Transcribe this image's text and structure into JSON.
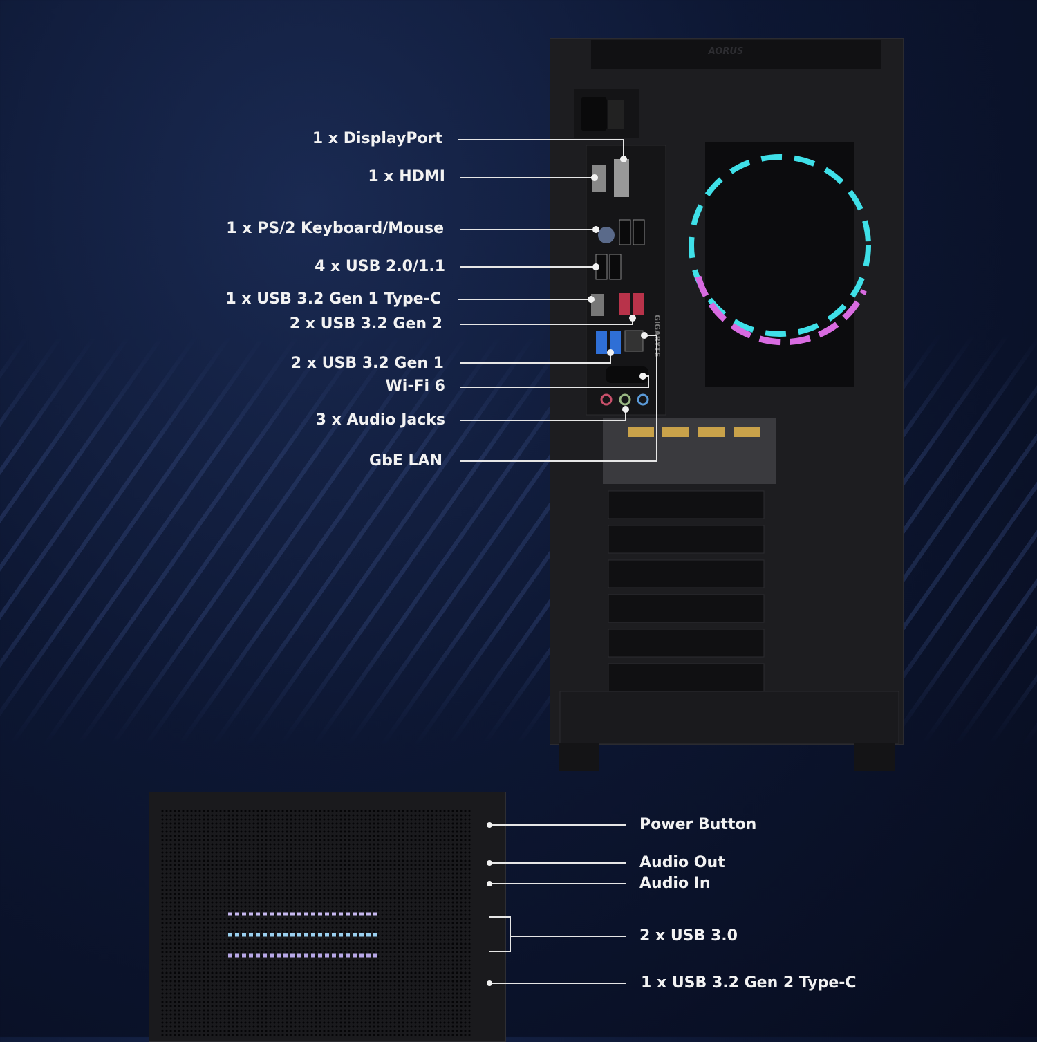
{
  "rear_io_labels": [
    "1 x DisplayPort",
    "1 x HDMI",
    "1 x PS/2 Keyboard/Mouse",
    "4 x USB 2.0/1.1",
    "1 x USB 3.2 Gen 1 Type-C",
    "2 x USB 3.2 Gen 2",
    "2 x USB 3.2 Gen 1",
    "Wi-Fi 6",
    "3 x Audio Jacks",
    "GbE LAN"
  ],
  "front_io_labels": [
    "Power Button",
    "Audio Out",
    "Audio In",
    "2 x USB 3.0",
    "1 x USB 3.2 Gen 2 Type-C"
  ],
  "logos": {
    "case_top": "AORUS",
    "io_shield": "GIGABYTE"
  },
  "colors": {
    "background": "#0d1733",
    "case": "#1d1d20",
    "leader_line": "#e6e6e6",
    "fan_cyan": "#3fe0e8",
    "fan_magenta": "#d86be0",
    "usb3_blue": "#2f6fd6",
    "usb_gen2_red": "#b8334a"
  }
}
